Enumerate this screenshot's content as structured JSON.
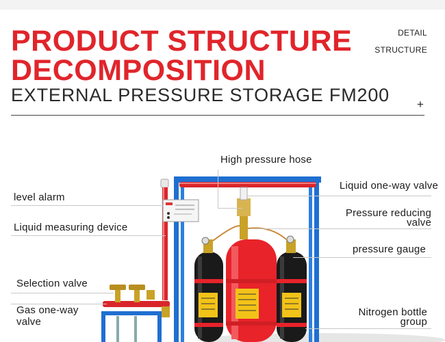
{
  "header": {
    "title_line1": "PRODUCT STRUCTURE",
    "title_line2": "DECOMPOSITION",
    "subtitle": "EXTERNAL PRESSURE STORAGE FM200",
    "side_label_1": "DETAIL",
    "side_label_2": "STRUCTURE",
    "expand_symbol": "+"
  },
  "callouts": {
    "high_pressure_hose": "High pressure hose",
    "liquid_one_way_valve": "Liquid one-way valve",
    "level_alarm": "level alarm",
    "pressure_reducing_line1": "Pressure reducing",
    "pressure_reducing_line2": "valve",
    "liquid_measuring_device": "Liquid measuring device",
    "pressure_gauge": "pressure gauge",
    "selection_valve": "Selection valve",
    "gas_one_way_line1": "Gas one-way",
    "gas_one_way_line2": "valve",
    "nitrogen_bottle_line1": "Nitrogen bottle",
    "nitrogen_bottle_line2": "group"
  },
  "colors": {
    "title_red": "#e0252b",
    "frame_blue": "#1f6fd1",
    "cylinder_red": "#e8232a",
    "cylinder_black": "#1a1a1a",
    "label_yellow": "#f2c318"
  }
}
